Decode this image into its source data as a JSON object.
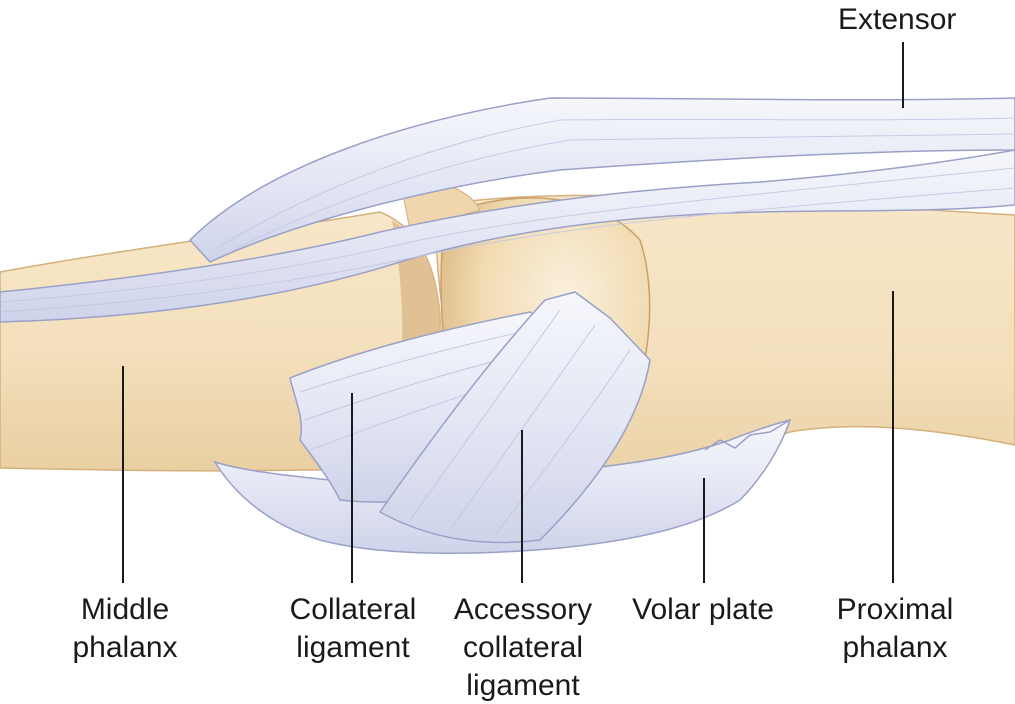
{
  "labels": {
    "extensor": [
      "Extensor"
    ],
    "middle_phalanx": [
      "Middle",
      "phalanx"
    ],
    "collateral_ligament": [
      "Collateral",
      "ligament"
    ],
    "accessory_collateral_ligament": [
      "Accessory",
      "collateral",
      "ligament"
    ],
    "volar_plate": [
      "Volar plate"
    ],
    "proximal_phalanx": [
      "Proximal",
      "phalanx"
    ]
  },
  "colors": {
    "bone": "#f3dfbb",
    "bone_shadow": "#d9b683",
    "ligament": "#e9ecf6",
    "ligament_edge": "#9aa0c8",
    "leader_line": "#1a1a1a"
  }
}
